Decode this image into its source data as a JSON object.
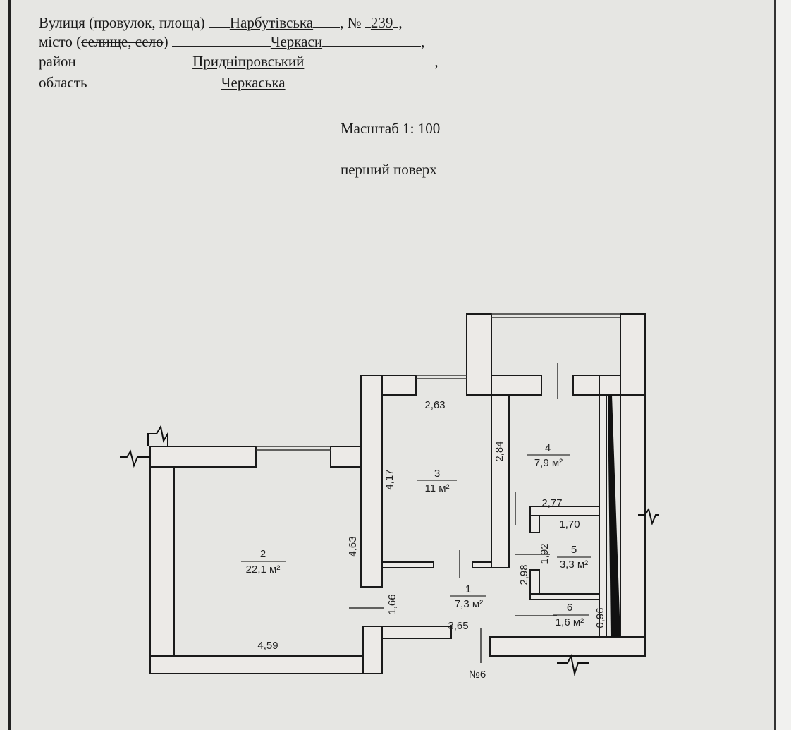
{
  "header": {
    "street_label": "Вулиця (провулок, площа)",
    "street_value": "Нарбутівська",
    "number_label": ", №",
    "number_value": "239",
    "city_label": "місто (",
    "city_struck": "селище, село",
    "city_label_end": ")",
    "city_value": "Черкаси",
    "district_label": "район",
    "district_value": "Придніпровський",
    "region_label": "область",
    "region_value": "Черкаська",
    "comma": ","
  },
  "scale": "Масштаб 1: 100",
  "floor": "перший поверх",
  "plan": {
    "rooms": [
      {
        "num": "1",
        "area": "7,3 м²"
      },
      {
        "num": "2",
        "area": "22,1 м²"
      },
      {
        "num": "3",
        "area": "11 м²"
      },
      {
        "num": "4",
        "area": "7,9 м²"
      },
      {
        "num": "5",
        "area": "3,3 м²"
      },
      {
        "num": "6",
        "area": "1,6 м²"
      }
    ],
    "dims": {
      "d263": "2,63",
      "d284": "2,84",
      "d417": "4,17",
      "d463": "4,63",
      "d166": "1,66",
      "d365": "3,65",
      "d459": "4,59",
      "d277": "2,77",
      "d170": "1,70",
      "d192": "1,92",
      "d298": "2,98",
      "d096": "0,96"
    },
    "apartment_label": "№6"
  }
}
